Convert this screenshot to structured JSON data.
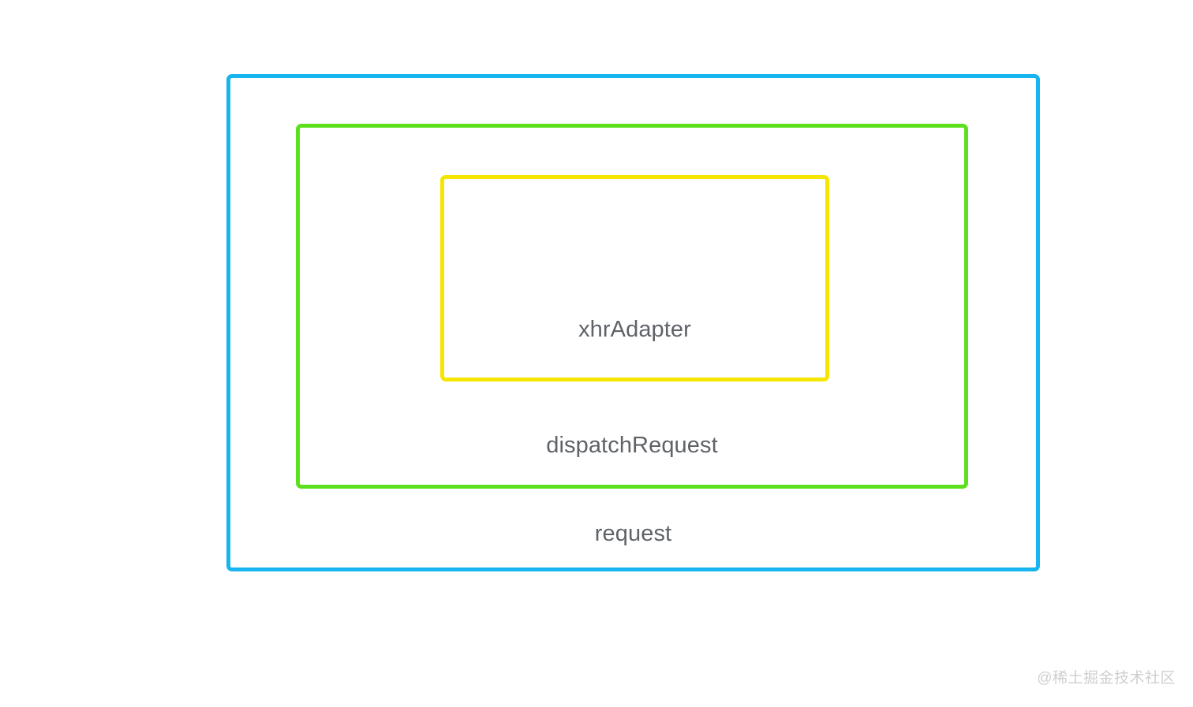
{
  "diagram": {
    "type": "nested-boxes",
    "background_color": "#ffffff",
    "boxes": [
      {
        "id": "request",
        "label": "request",
        "border_color": "#18B4F0",
        "color_name": "blue",
        "nesting_level": 0,
        "label_position": "bottom-center"
      },
      {
        "id": "dispatchRequest",
        "label": "dispatchRequest",
        "border_color": "#5CE01E",
        "color_name": "green",
        "nesting_level": 1,
        "label_position": "bottom-center"
      },
      {
        "id": "xhrAdapter",
        "label": "xhrAdapter",
        "border_color": "#F5E500",
        "color_name": "yellow",
        "nesting_level": 2,
        "label_position": "bottom-center"
      }
    ],
    "label_color": "#5f6368"
  },
  "watermark": {
    "text": "@稀土掘金技术社区",
    "color": "#cfcfcf"
  }
}
